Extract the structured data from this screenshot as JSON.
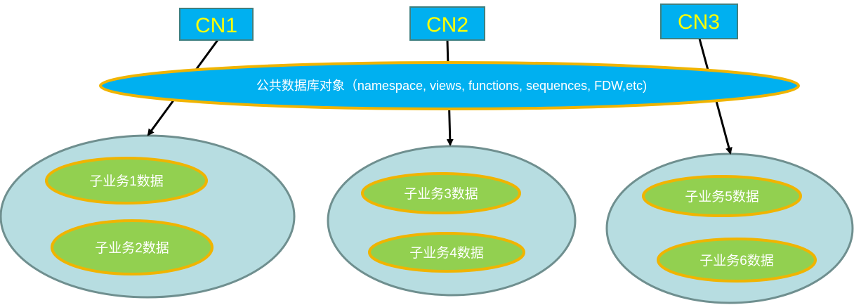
{
  "nodes": {
    "cn1": "CN1",
    "cn2": "CN2",
    "cn3": "CN3"
  },
  "shared_objects": "公共数据库对象（namespace, views, functions, sequences, FDW,etc)",
  "groups": [
    {
      "items": [
        "子业务1数据",
        "子业务2数据"
      ]
    },
    {
      "items": [
        "子业务3数据",
        "子业务4数据"
      ]
    },
    {
      "items": [
        "子业务5数据",
        "子业务6数据"
      ]
    }
  ],
  "colors": {
    "cn_box_fill": "#00b0f0",
    "cn_box_border": "#3f7f7f",
    "cn_text": "#ffff00",
    "shared_fill": "#00b0f0",
    "shared_border": "#f0b400",
    "group_fill": "#b7dde1",
    "group_border": "#6f8f8f",
    "biz_fill": "#92d050",
    "biz_border": "#f0b400",
    "arrow": "#000000"
  }
}
